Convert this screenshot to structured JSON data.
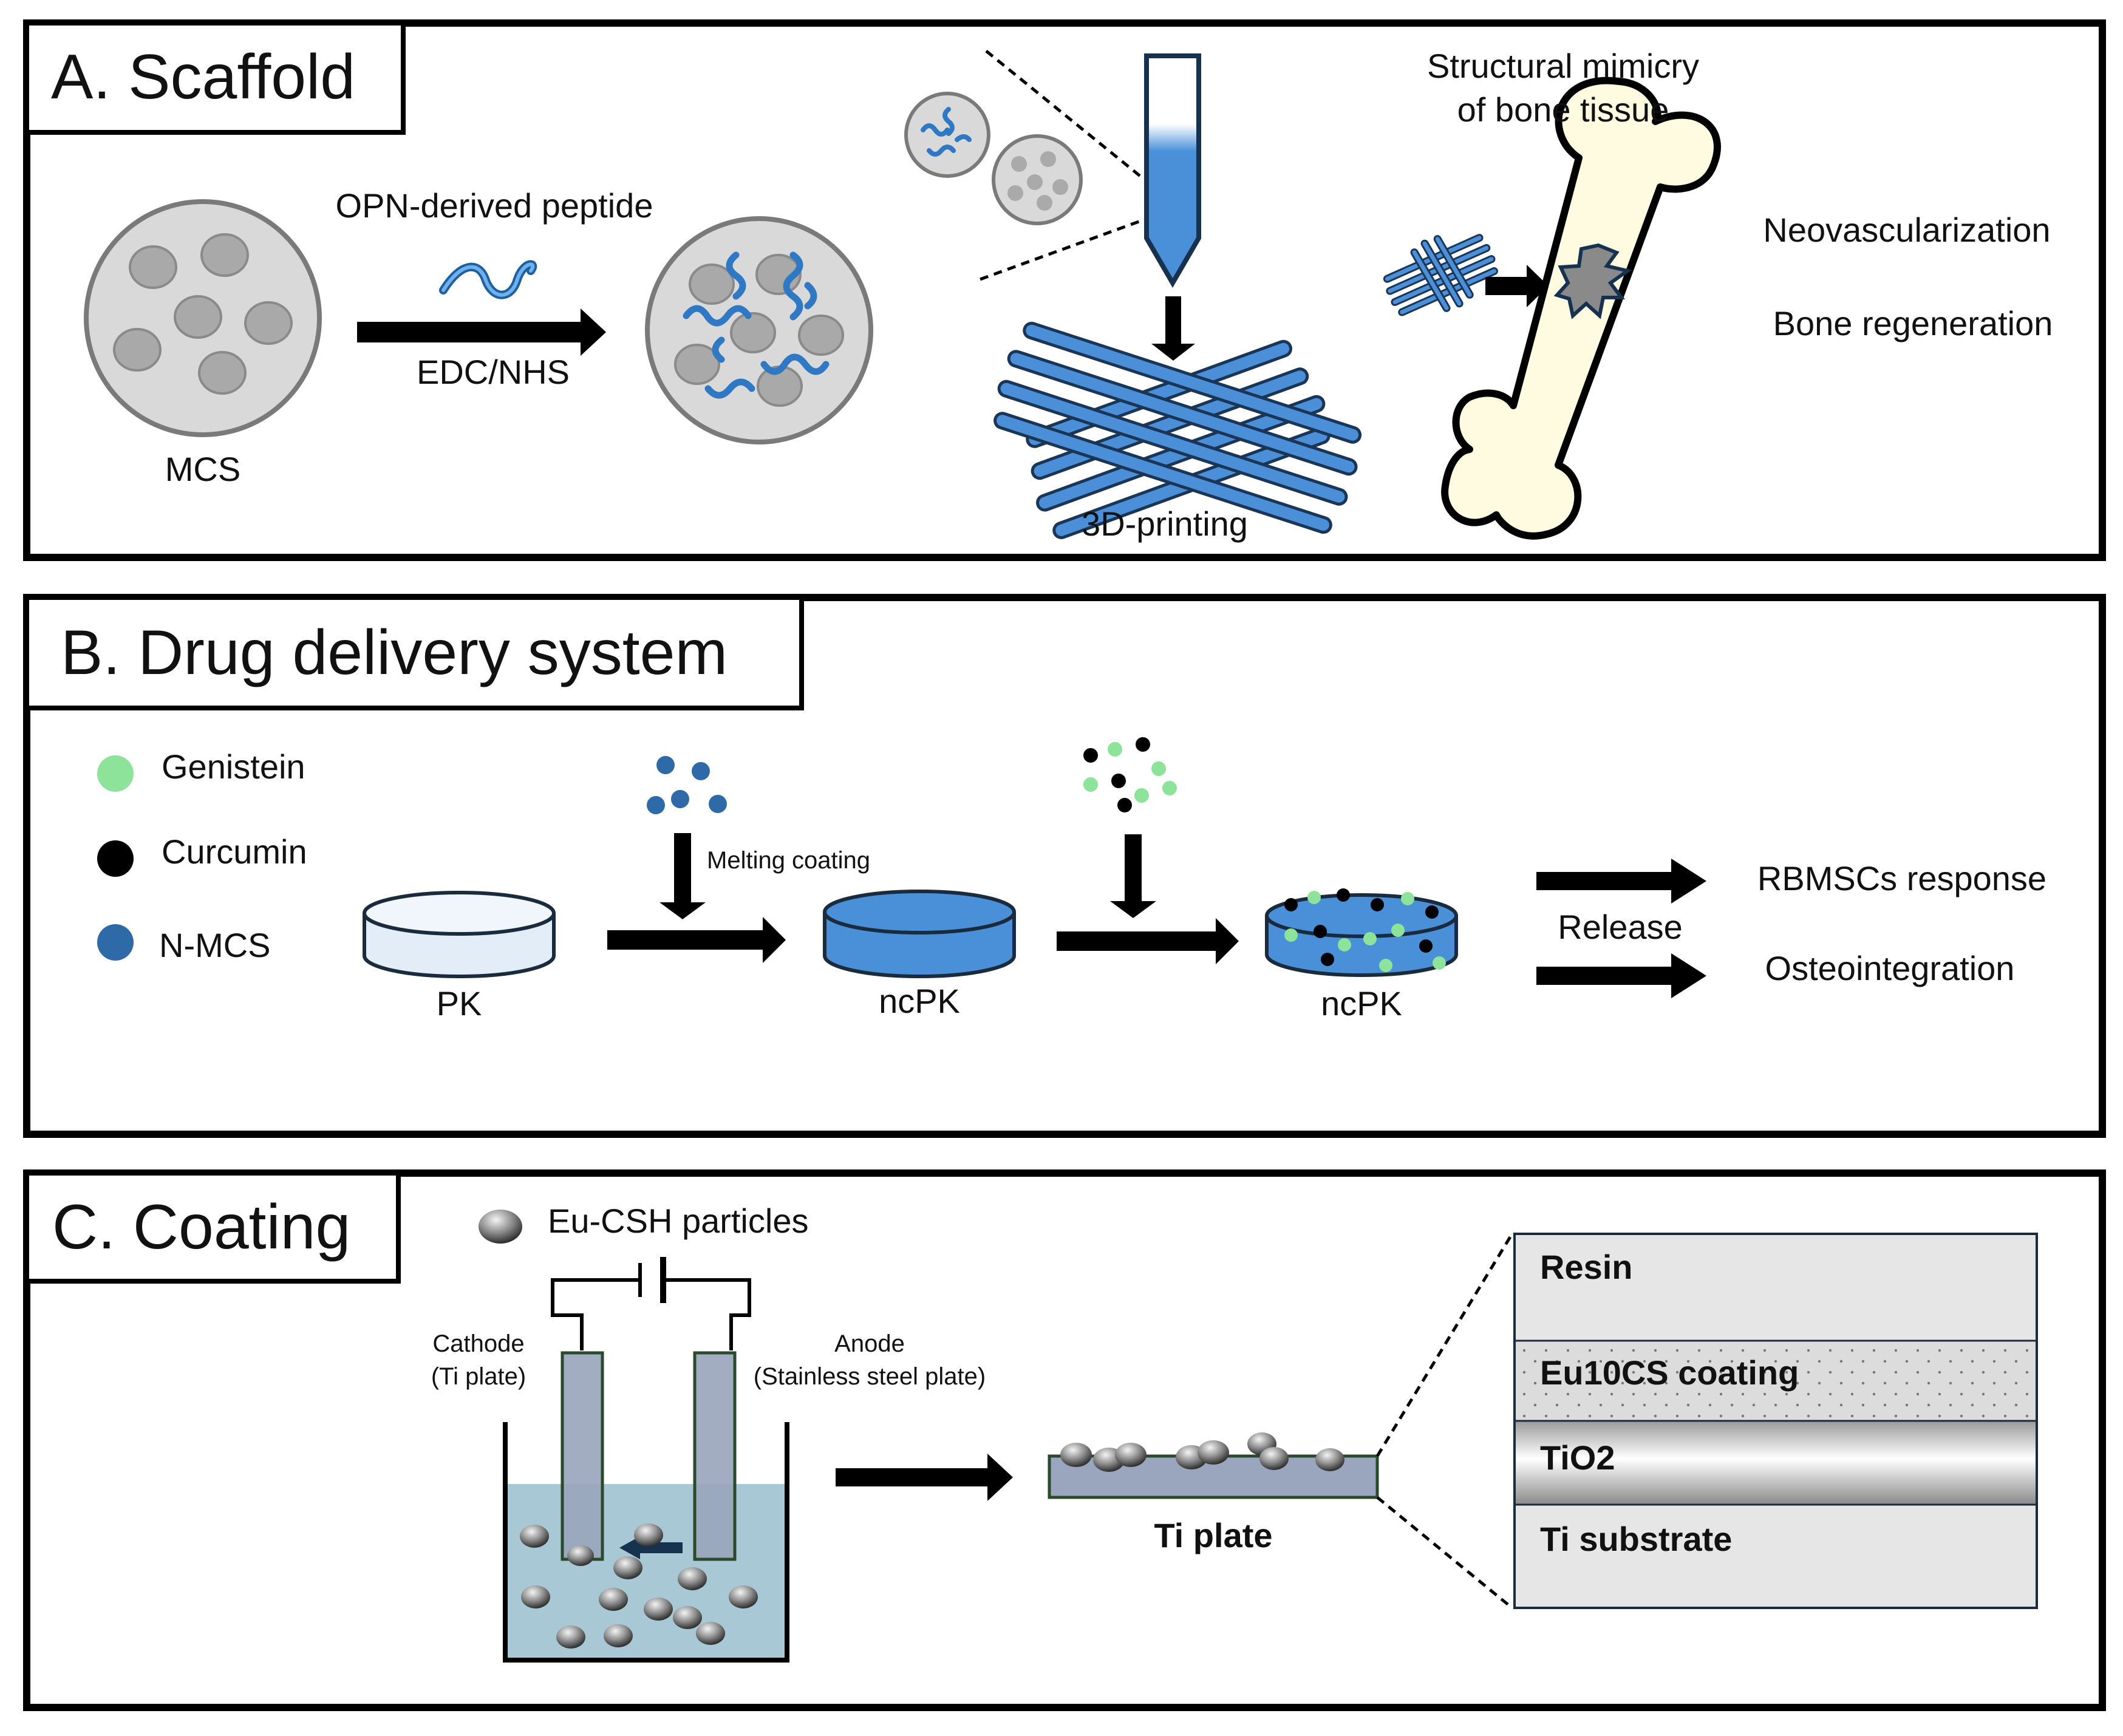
{
  "panels": {
    "a": {
      "title": "A. Scaffold",
      "peptide_label": "OPN-derived peptide",
      "reagent_label": "EDC/NHS",
      "mcs_label": "MCS",
      "printing_label": "3D-printing",
      "mimicry_line1": "Structural mimicry",
      "mimicry_line2": "of bone tissue",
      "outcome1": "Neovascularization",
      "outcome2": "Bone regeneration"
    },
    "b": {
      "title": "B. Drug delivery system",
      "legend": [
        {
          "label": "Genistein",
          "color": "#8ee39a"
        },
        {
          "label": "Curcumin",
          "color": "#000000"
        },
        {
          "label": "N-MCS",
          "color": "#2f6aa8"
        }
      ],
      "pk_label": "PK",
      "coating_label": "Melting coating",
      "ncpk1_label": "ncPK",
      "ncpk2_label": "ncPK",
      "release_label": "Release",
      "outcome1": "RBMSCs response",
      "outcome2": "Osteointegration"
    },
    "c": {
      "title": "C. Coating",
      "particles_label": "Eu-CSH particles",
      "cathode_line1": "Cathode",
      "cathode_line2": "(Ti plate)",
      "anode_line1": "Anode",
      "anode_line2": "(Stainless steel plate)",
      "ti_plate_label": "Ti plate",
      "layers": [
        "Resin",
        "Eu10CS coating",
        "TiO2",
        "Ti substrate"
      ]
    }
  },
  "colors": {
    "scaffold_blue": "#4a8fd8",
    "peptide_blue": "#3b8ad4",
    "coated_blue": "#4a90d9",
    "pk_fill": "#e2edf8",
    "solution": "#a9c8d6",
    "electrode": "#9aa6bd",
    "bone_fill": "#fffbe0"
  }
}
